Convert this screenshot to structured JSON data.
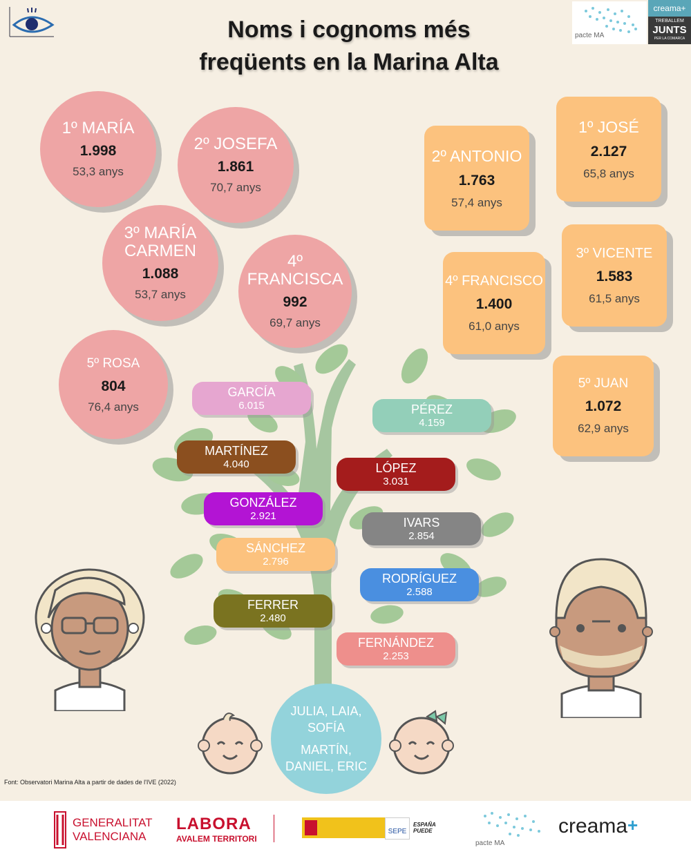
{
  "title": "Noms i cognoms més freqüents en la Marina Alta",
  "female_names": [
    {
      "rank": "1º MARÍA",
      "count": "1.998",
      "age": "53,3 anys"
    },
    {
      "rank": "2º JOSEFA",
      "count": "1.861",
      "age": "70,7 anys"
    },
    {
      "rank": "3º MARÍA CARMEN",
      "count": "1.088",
      "age": "53,7 anys"
    },
    {
      "rank": "4º FRANCISCA",
      "count": "992",
      "age": "69,7 anys"
    },
    {
      "rank": "5º ROSA",
      "count": "804",
      "age": "76,4 anys"
    }
  ],
  "male_names": [
    {
      "rank": "1º JOSÉ",
      "count": "2.127",
      "age": "65,8 anys"
    },
    {
      "rank": "2º ANTONIO",
      "count": "1.763",
      "age": "57,4 anys"
    },
    {
      "rank": "3º VICENTE",
      "count": "1.583",
      "age": "61,5 anys"
    },
    {
      "rank": "4º FRANCISCO",
      "count": "1.400",
      "age": "61,0 anys"
    },
    {
      "rank": "5º JUAN",
      "count": "1.072",
      "age": "62,9 anys"
    }
  ],
  "surnames": [
    {
      "name": "GARCÍA",
      "count": "6.015",
      "color": "#e6a6d0"
    },
    {
      "name": "PÉREZ",
      "count": "4.159",
      "color": "#93cfb9"
    },
    {
      "name": "MARTÍNEZ",
      "count": "4.040",
      "color": "#8b4f1f"
    },
    {
      "name": "LÓPEZ",
      "count": "3.031",
      "color": "#a41c1c"
    },
    {
      "name": "GONZÁLEZ",
      "count": "2.921",
      "color": "#b314d4"
    },
    {
      "name": "IVARS",
      "count": "2.854",
      "color": "#858585"
    },
    {
      "name": "SÁNCHEZ",
      "count": "2.796",
      "color": "#fcc27e"
    },
    {
      "name": "RODRÍGUEZ",
      "count": "2.588",
      "color": "#4a8fe0"
    },
    {
      "name": "FERRER",
      "count": "2.480",
      "color": "#7a7320"
    },
    {
      "name": "FERNÁNDEZ",
      "count": "2.253",
      "color": "#ee8f8c"
    }
  ],
  "babies": {
    "girls": "JULIA, LAIA, SOFÍA",
    "boys": "MARTÍN, DANIEL, ERIC"
  },
  "source": "Font: Observatori Marina Alta a partir de dades de l'IVE (2022)",
  "logos": {
    "pacte_top": "pacte MA",
    "creama_top": "creama+",
    "junts_line1": "TREBALLEM",
    "junts_line2": "JUNTS",
    "junts_line3": "PER LA COMARCA",
    "gva1": "GENERALITAT",
    "gva2": "VALENCIANA",
    "labora1": "LABORA",
    "labora2": "AVALEM TERRITORI",
    "sepe": "SEPE",
    "espana": "ESPAÑA PUEDE",
    "pacte_bottom": "pacte MA",
    "creama_bottom": "creama"
  },
  "colors": {
    "background": "#f6efe3",
    "female": "#eea5a5",
    "male": "#fcc27e",
    "leaf": "#a4c998",
    "trunk": "#a6c6a0",
    "babies": "#93d3db"
  }
}
